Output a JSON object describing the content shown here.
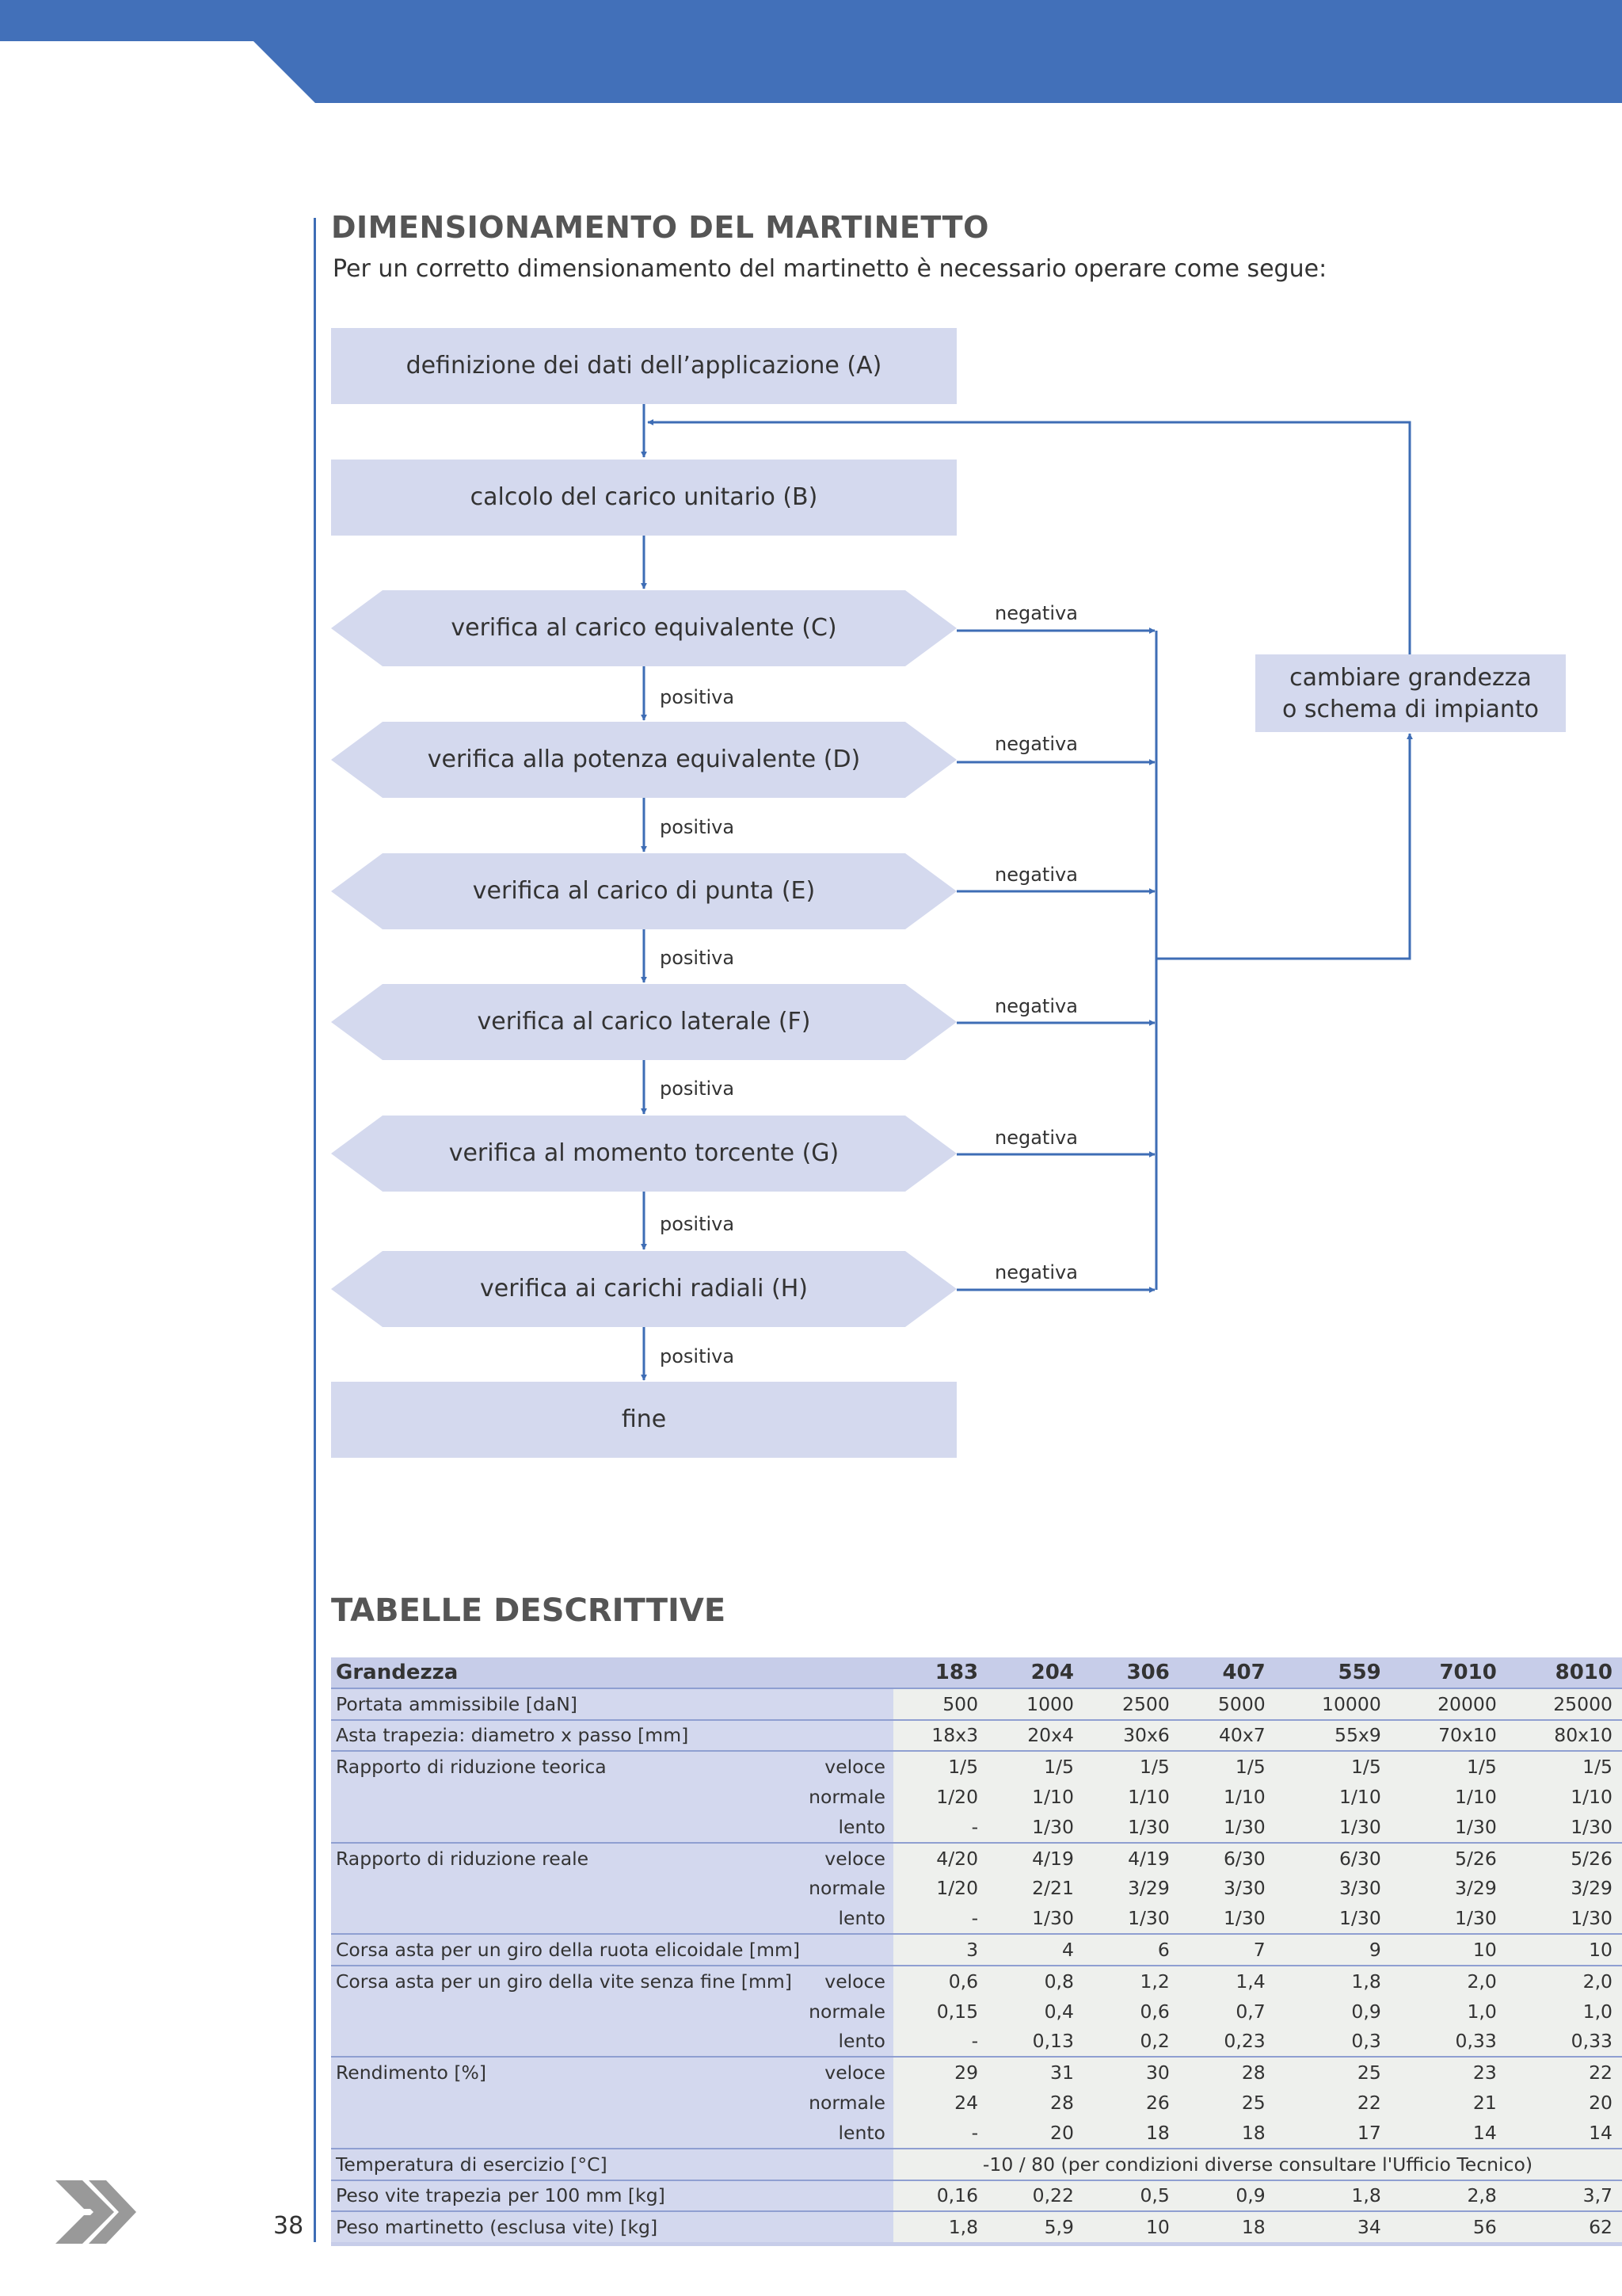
{
  "heading": "DIMENSIONAMENTO DEL MARTINETTO",
  "intro": "Per un corretto dimensionamento del martinetto è necessario operare come segue:",
  "flow": {
    "step_a": "definizione dei dati dell’applicazione (A)",
    "step_b": "calcolo del carico unitario (B)",
    "step_c": "verifica al carico equivalente (C)",
    "step_d": "verifica alla potenza equivalente (D)",
    "step_e": "verifica al carico di punta (E)",
    "step_f": "verifica al carico laterale (F)",
    "step_g": "verifica al momento torcente (G)",
    "step_h": "verifica ai carichi radiali (H)",
    "end": "fine",
    "change_line1": "cambiare grandezza",
    "change_line2": "o schema di impianto",
    "positive": "positiva",
    "negative": "negativa"
  },
  "table_title": "TABELLE DESCRITTIVE",
  "table": {
    "header_label": "Grandezza",
    "sizes": [
      "183",
      "204",
      "306",
      "407",
      "559",
      "7010",
      "8010"
    ],
    "rows": [
      {
        "label": "Portata ammissibile [daN]",
        "sub": "",
        "values": [
          "500",
          "1000",
          "2500",
          "5000",
          "10000",
          "20000",
          "25000"
        ]
      },
      {
        "label": "Asta trapezia: diametro x passo [mm]",
        "sub": "",
        "values": [
          "18x3",
          "20x4",
          "30x6",
          "40x7",
          "55x9",
          "70x10",
          "80x10"
        ]
      },
      {
        "label": "Rapporto di riduzione teorica",
        "sub": "veloce",
        "values": [
          "1/5",
          "1/5",
          "1/5",
          "1/5",
          "1/5",
          "1/5",
          "1/5"
        ]
      },
      {
        "label": "",
        "sub": "normale",
        "values": [
          "1/20",
          "1/10",
          "1/10",
          "1/10",
          "1/10",
          "1/10",
          "1/10"
        ]
      },
      {
        "label": "",
        "sub": "lento",
        "values": [
          "-",
          "1/30",
          "1/30",
          "1/30",
          "1/30",
          "1/30",
          "1/30"
        ]
      },
      {
        "label": "Rapporto di riduzione reale",
        "sub": "veloce",
        "values": [
          "4/20",
          "4/19",
          "4/19",
          "6/30",
          "6/30",
          "5/26",
          "5/26"
        ]
      },
      {
        "label": "",
        "sub": "normale",
        "values": [
          "1/20",
          "2/21",
          "3/29",
          "3/30",
          "3/30",
          "3/29",
          "3/29"
        ]
      },
      {
        "label": "",
        "sub": "lento",
        "values": [
          "-",
          "1/30",
          "1/30",
          "1/30",
          "1/30",
          "1/30",
          "1/30"
        ]
      },
      {
        "label": "Corsa asta per un giro della ruota elicoidale [mm]",
        "sub": "",
        "values": [
          "3",
          "4",
          "6",
          "7",
          "9",
          "10",
          "10"
        ]
      },
      {
        "label": "Corsa asta per un giro della vite senza fine [mm]",
        "sub": "veloce",
        "values": [
          "0,6",
          "0,8",
          "1,2",
          "1,4",
          "1,8",
          "2,0",
          "2,0"
        ]
      },
      {
        "label": "",
        "sub": "normale",
        "values": [
          "0,15",
          "0,4",
          "0,6",
          "0,7",
          "0,9",
          "1,0",
          "1,0"
        ]
      },
      {
        "label": "",
        "sub": "lento",
        "values": [
          "-",
          "0,13",
          "0,2",
          "0,23",
          "0,3",
          "0,33",
          "0,33"
        ]
      },
      {
        "label": "Rendimento [%]",
        "sub": "veloce",
        "values": [
          "29",
          "31",
          "30",
          "28",
          "25",
          "23",
          "22"
        ]
      },
      {
        "label": "",
        "sub": "normale",
        "values": [
          "24",
          "28",
          "26",
          "25",
          "22",
          "21",
          "20"
        ]
      },
      {
        "label": "",
        "sub": "lento",
        "values": [
          "-",
          "20",
          "18",
          "18",
          "17",
          "14",
          "14"
        ]
      },
      {
        "label": "Peso vite trapezia per 100 mm [kg]",
        "sub": "",
        "values": [
          "0,16",
          "0,22",
          "0,5",
          "0,9",
          "1,8",
          "2,8",
          "3,7"
        ]
      },
      {
        "label": "Peso martinetto (esclusa vite) [kg]",
        "sub": "",
        "values": [
          "1,8",
          "5,9",
          "10",
          "18",
          "34",
          "56",
          "62"
        ]
      }
    ],
    "temperature_label": "Temperatura di esercizio [°C]",
    "temperature_value": "-10 / 80  (per condizioni diverse consultare l'Ufficio Tecnico)"
  },
  "page_number": "38",
  "colors": {
    "accent": "#4270b9",
    "box": "#d4d9ee",
    "arrow": "#3e6db5"
  }
}
